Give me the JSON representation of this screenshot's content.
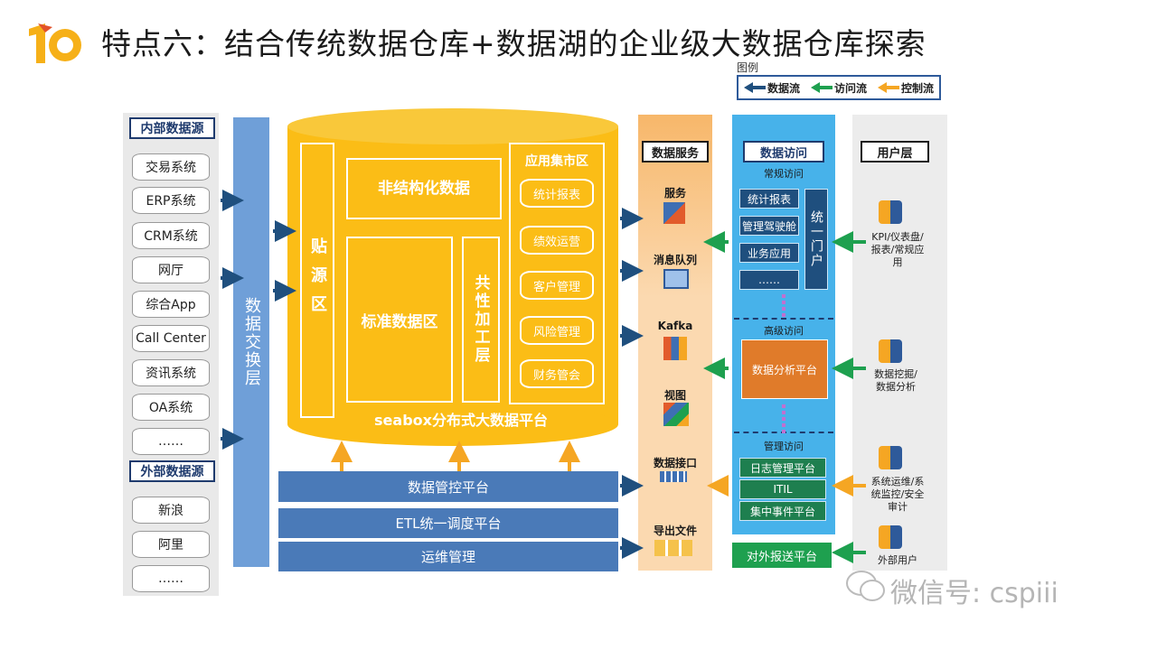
{
  "title": "特点六：结合传统数据仓库+数据湖的企业级大数据仓库探索",
  "legend": {
    "title": "图例",
    "items": [
      {
        "label": "数据流",
        "color": "#1f4f7e"
      },
      {
        "label": "访问流",
        "color": "#1ea04f"
      },
      {
        "label": "控制流",
        "color": "#f5a623"
      }
    ]
  },
  "sources": {
    "internal_title": "内部数据源",
    "internal": [
      "交易系统",
      "ERP系统",
      "CRM系统",
      "网厅",
      "综合App",
      "Call Center",
      "资讯系统",
      "OA系统",
      "……"
    ],
    "external_title": "外部数据源",
    "external": [
      "新浪",
      "阿里",
      "……"
    ]
  },
  "exchange": "数据交换层",
  "platform": {
    "name": "seabox分布式大数据平台",
    "stick_area": "贴源区",
    "unstructured": "非结构化数据",
    "standard": "标准数据区",
    "common": "共性加工层",
    "mart_title": "应用集市区",
    "marts": [
      "统计报表",
      "绩效运营",
      "客户管理",
      "风险管理",
      "财务管会"
    ]
  },
  "bottom_bars": [
    "数据管控平台",
    "ETL统一调度平台",
    "运维管理"
  ],
  "services": {
    "title": "数据服务",
    "items": [
      "服务",
      "消息队列",
      "Kafka",
      "视图",
      "数据接口",
      "导出文件"
    ]
  },
  "access": {
    "title": "数据访问",
    "regular_title": "常规访问",
    "regular": [
      "统计报表",
      "管理驾驶舱",
      "业务应用",
      "……"
    ],
    "portal": "统一门户",
    "advanced_title": "高级访问",
    "advanced": "数据分析平台",
    "mgmt_title": "管理访问",
    "mgmt": [
      "日志管理平台",
      "ITIL",
      "集中事件平台"
    ],
    "external_push": "对外报送平台"
  },
  "users": {
    "title": "用户层",
    "groups": [
      "KPI/仪表盘/报表/常规应用",
      "数据挖掘/数据分析",
      "系统运维/系统监控/安全审计",
      "外部用户"
    ]
  },
  "watermark": "微信号: cspiii"
}
